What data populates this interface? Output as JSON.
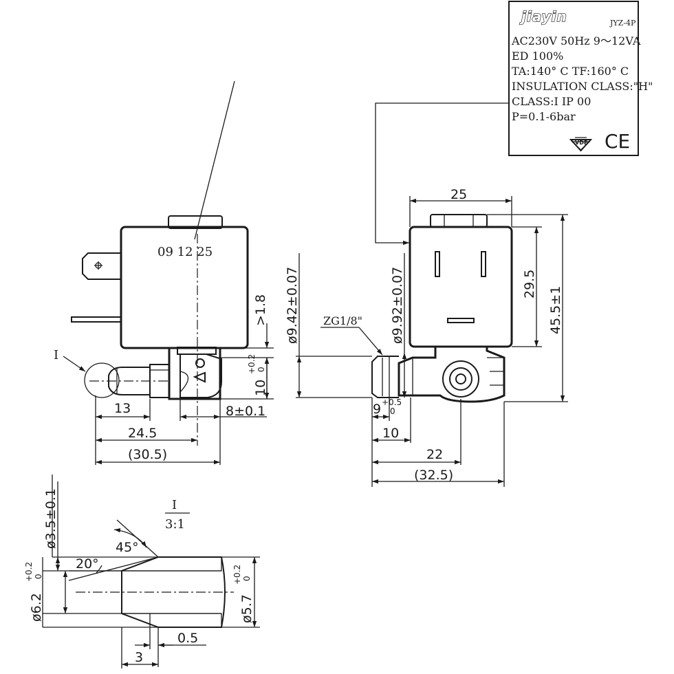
{
  "label": {
    "brand": "jiayin",
    "model": "JYZ-4P",
    "lines": [
      "AC230V 50Hz 9～12VA",
      "ED 100%",
      "TA:140° C TF:160° C",
      "INSULATION CLASS:\"H\"",
      "CLASS:I IP 00",
      "P=0.1-6bar"
    ],
    "vde_mark": "VDE",
    "ce_mark": "CE"
  },
  "side_view": {
    "date_code": "09 12 25",
    "detail_ref": "I",
    "dims": {
      "gap": ">1.8",
      "height_tol": "10",
      "height_tol_up": "+0.2",
      "height_tol_low": "0",
      "stub": "13",
      "center": "24.5",
      "port": "8±0.1",
      "overall": "(30.5)"
    }
  },
  "front_view": {
    "thread": "ZG1/8\"",
    "dims": {
      "d_outer": "ø9.42±0.07",
      "d_inner": "ø9.92±0.07",
      "width": "25",
      "coil_h": "29.5",
      "total_h": "45.5±1",
      "nozzle": "9",
      "nozzle_up": "+0.5",
      "nozzle_low": "0",
      "d10": "10",
      "d22": "22",
      "overall": "(32.5)"
    }
  },
  "detail_view": {
    "ref": "I",
    "scale": "3:1",
    "dims": {
      "d_bore": "ø3.5±0.1",
      "angle_45": "45°",
      "angle_20": "20°",
      "d_outer": "ø6.2",
      "d_outer_up": "+0.2",
      "d_outer_low": "0",
      "d_inner": "ø5.7",
      "d_inner_up": "+0.2",
      "d_inner_low": "0",
      "step": "0.5",
      "len": "3"
    }
  }
}
